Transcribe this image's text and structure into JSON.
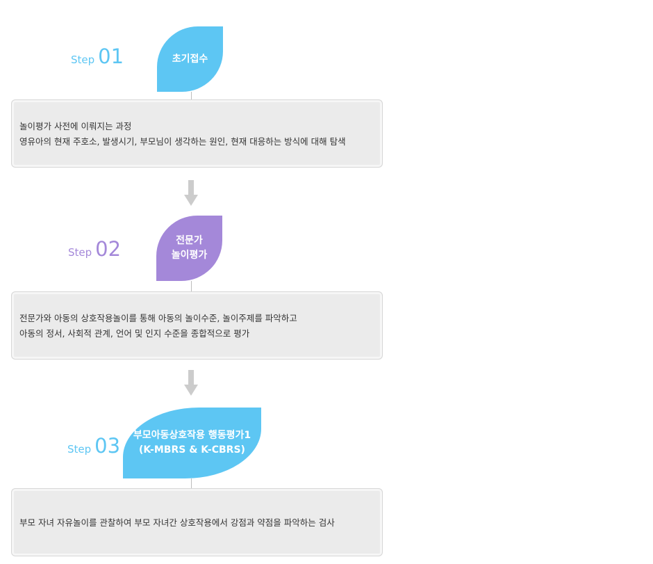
{
  "colors": {
    "blue": "#5dc6f3",
    "purple": "#a488d9",
    "box_bg": "#ebebeb",
    "arrow": "#cccccc"
  },
  "steps": [
    {
      "word": "Step",
      "number": "01",
      "color": "#5dc6f3",
      "title_lines": [
        "초기접수"
      ],
      "desc_lines": [
        "놀이평가 사전에 이뤄지는 과정",
        "영유아의 현재 주호소, 발생시기, 부모님이 생각하는 원인, 현재 대응하는 방식에 대해 탐색"
      ]
    },
    {
      "word": "Step",
      "number": "02",
      "color": "#a488d9",
      "title_lines": [
        "전문가",
        "놀이평가"
      ],
      "desc_lines": [
        "전문가와 아동의 상호작용놀이를 통해 아동의 놀이수준, 놀이주제를 파악하고",
        "아동의 정서, 사회적 관계, 언어 및 인지 수준을 종합적으로 평가"
      ]
    },
    {
      "word": "Step",
      "number": "03",
      "color": "#5dc6f3",
      "title_lines": [
        "부모아동상호작용 행동평가1",
        "(K-MBRS & K-CBRS)"
      ],
      "desc_lines": [
        "부모 자녀 자유놀이를 관찰하여 부모 자녀간 상호작용에서 강점과 약점을 파악하는 검사"
      ]
    }
  ]
}
